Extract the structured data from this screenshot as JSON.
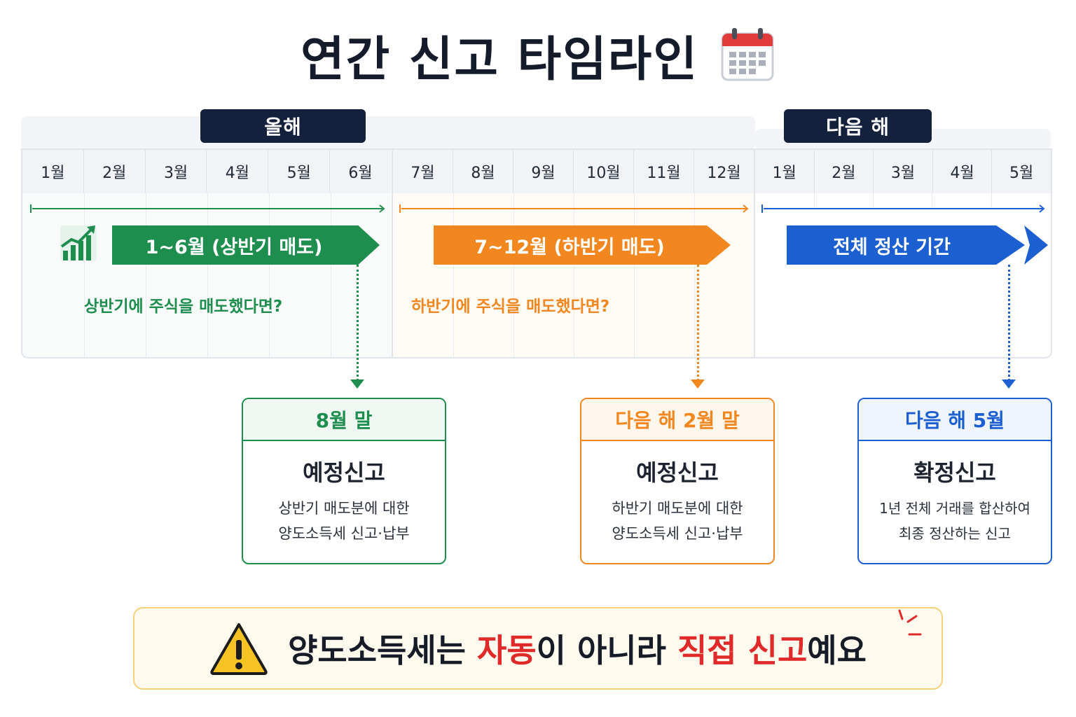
{
  "title": "연간 신고 타임라인",
  "years": {
    "this_year": "올해",
    "next_year": "다음 해"
  },
  "months_this_year": [
    "1월",
    "2월",
    "3월",
    "4월",
    "5월",
    "6월",
    "7월",
    "8월",
    "9월",
    "10월",
    "11월",
    "12월"
  ],
  "months_next_year": [
    "1월",
    "2월",
    "3월",
    "4월",
    "5월"
  ],
  "phases": [
    {
      "label": "1~6월 (상반기 매도)",
      "question": "상반기에 주식을 매도했다면?",
      "color": "#1e8e4f"
    },
    {
      "label": "7~12월 (하반기 매도)",
      "question": "하반기에 주식을 매도했다면?",
      "color": "#f2861f"
    },
    {
      "label": "전체 정산 기간",
      "color": "#1b5fd1"
    }
  ],
  "cards": [
    {
      "deadline": "8월 말",
      "title": "예정신고",
      "desc_line1": "상반기 매도분에 대한",
      "desc_line2": "양도소득세 신고·납부",
      "color": "#1e8e4f"
    },
    {
      "deadline": "다음 해 2월 말",
      "title": "예정신고",
      "desc_line1": "하반기 매도분에 대한",
      "desc_line2": "양도소득세 신고·납부",
      "color": "#f2861f"
    },
    {
      "deadline": "다음 해 5월",
      "title": "확정신고",
      "desc_line1": "1년 전체 거래를 합산하여",
      "desc_line2": "최종 정산하는 신고",
      "color": "#1b5fd1"
    }
  ],
  "warning": {
    "part1": "양도소득세는 ",
    "part2": "자동",
    "part3": "이 아니라 ",
    "part4": "직접 신고",
    "part5": "예요"
  },
  "icons": [
    "calendar-icon",
    "growth-chart-icon",
    "warning-icon"
  ]
}
